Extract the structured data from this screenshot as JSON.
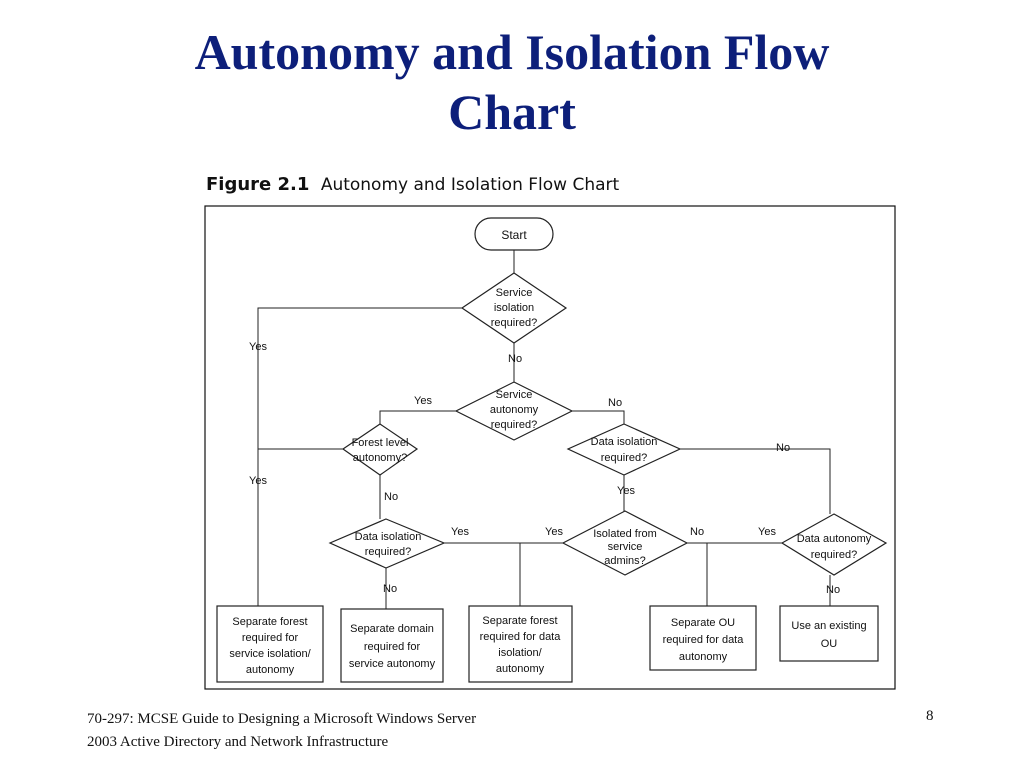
{
  "slide": {
    "title_line1": "Autonomy and Isolation Flow",
    "title_line2": "Chart",
    "figure_number": "Figure 2.1",
    "figure_caption": "Autonomy and Isolation Flow Chart",
    "footer_line1": "70-297: MCSE Guide to Designing a Microsoft Windows Server",
    "footer_line2": "2003 Active Directory and Network Infrastructure",
    "page_number": "8"
  },
  "flowchart": {
    "start": "Start",
    "decisions": {
      "service_isolation": [
        "Service",
        "isolation",
        "required?"
      ],
      "service_autonomy": [
        "Service",
        "autonomy",
        "required?"
      ],
      "forest_level": [
        "Forest level",
        "autonomy?"
      ],
      "data_isolation_right": [
        "Data isolation",
        "required?"
      ],
      "data_isolation_left": [
        "Data isolation",
        "required?"
      ],
      "isolated_admins": [
        "Isolated from",
        "service",
        "admins?"
      ],
      "data_autonomy": [
        "Data autonomy",
        "required?"
      ]
    },
    "outcomes": {
      "separate_forest_service": [
        "Separate forest",
        "required for",
        "service isolation/",
        "autonomy"
      ],
      "separate_domain": [
        "Separate domain",
        "required for",
        "service autonomy"
      ],
      "separate_forest_data": [
        "Separate forest",
        "required for data",
        "isolation/",
        "autonomy"
      ],
      "separate_ou": [
        "Separate OU",
        "required for data",
        "autonomy"
      ],
      "existing_ou": [
        "Use an existing",
        "OU"
      ]
    },
    "labels": {
      "yes": "Yes",
      "no": "No"
    }
  }
}
